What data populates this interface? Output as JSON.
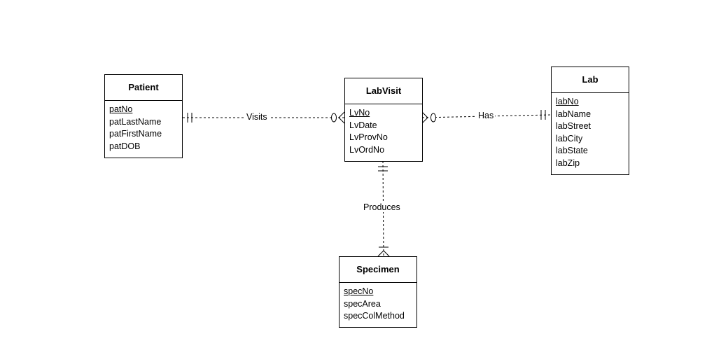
{
  "entities": {
    "patient": {
      "name": "Patient",
      "attributes": [
        "patNo",
        "patLastName",
        "patFirstName",
        "patDOB"
      ],
      "primary_key": "patNo"
    },
    "labvisit": {
      "name": "LabVisit",
      "attributes": [
        "LvNo",
        "LvDate",
        "LvProvNo",
        "LvOrdNo"
      ],
      "primary_key": "LvNo"
    },
    "lab": {
      "name": "Lab",
      "attributes": [
        "labNo",
        "labName",
        "labStreet",
        "labCity",
        "labState",
        "labZip"
      ],
      "primary_key": "labNo"
    },
    "specimen": {
      "name": "Specimen",
      "attributes": [
        "specNo",
        "specArea",
        "specColMethod"
      ],
      "primary_key": "specNo"
    }
  },
  "relationships": {
    "visits": {
      "label": "Visits",
      "from": "Patient",
      "from_cardinality": "one-and-only-one",
      "to": "LabVisit",
      "to_cardinality": "zero-or-many"
    },
    "has": {
      "label": "Has",
      "from": "LabVisit",
      "from_cardinality": "zero-or-many",
      "to": "Lab",
      "to_cardinality": "one-and-only-one"
    },
    "produces": {
      "label": "Produces",
      "from": "LabVisit",
      "from_cardinality": "one-and-only-one",
      "to": "Specimen",
      "to_cardinality": "one-or-many"
    }
  }
}
